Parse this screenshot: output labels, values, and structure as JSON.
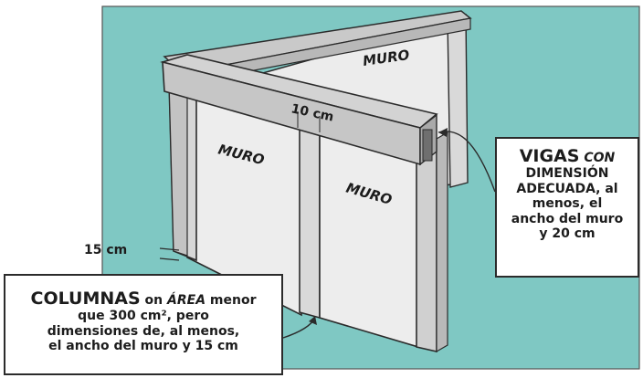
{
  "colors": {
    "background": "#7fc8c3",
    "frame": "#ffffff",
    "wall_face": "#ececec",
    "wall_side": "#c9c9c9",
    "wall_top": "#d7d7d7",
    "outline": "#2b2b2b"
  },
  "labels": {
    "muro_back": "MURO",
    "muro_left": "MURO",
    "muro_right": "MURO",
    "beam_width": "10 cm",
    "column_width": "15 cm"
  },
  "callouts": {
    "vigas": {
      "word1": "VIGAS",
      "word2": "CON",
      "word3": "DIMENSIÓN",
      "word4": "ADECUADA",
      "word5": ", al",
      "word6": "menos, el",
      "word7": "ancho del muro",
      "word8": "y 20 cm"
    },
    "columnas": {
      "word1": "COLUMNAS",
      "word2": "on",
      "word3": "ÁREA",
      "word4": "menor",
      "word5": "que 300 cm², pero",
      "word6": "dimensiones de, al menos,",
      "word7": "el ancho del muro y 15 cm"
    }
  }
}
